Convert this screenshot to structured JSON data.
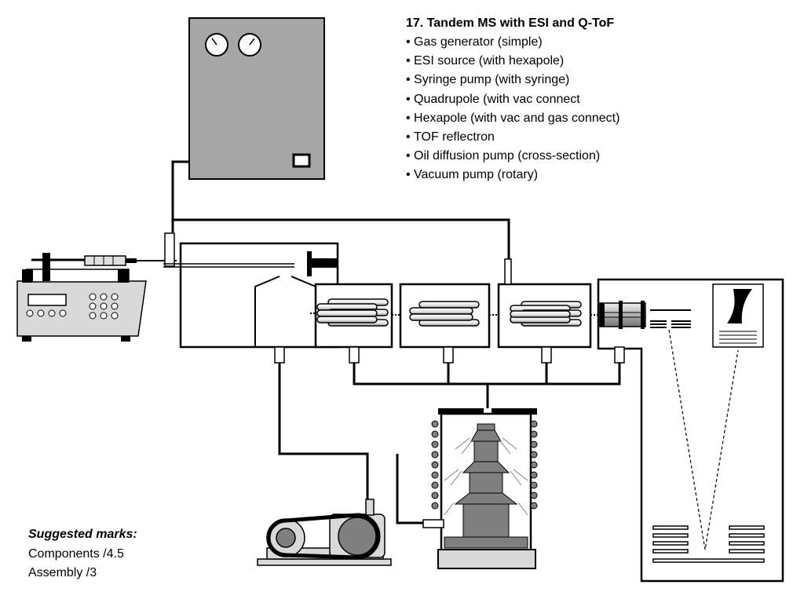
{
  "caption": {
    "title": "17. Tandem MS with ESI and Q-ToF",
    "items": [
      "Gas generator (simple)",
      "ESI source (with hexapole)",
      "Syringe pump (with syringe)",
      "Quadrupole (with vac connect",
      "Hexapole (with vac and gas connect)",
      "TOF reflectron",
      "Oil diffusion pump (cross-section)",
      "Vacuum pump (rotary)"
    ]
  },
  "marks": {
    "heading": "Suggested marks:",
    "components": "Components /4.5",
    "assembly": "Assembly /3"
  },
  "colors": {
    "box_fill": "#a6a6a6",
    "line": "#000000",
    "pump_gray": "#7f7f7f",
    "light_gray": "#d9d9d9"
  }
}
